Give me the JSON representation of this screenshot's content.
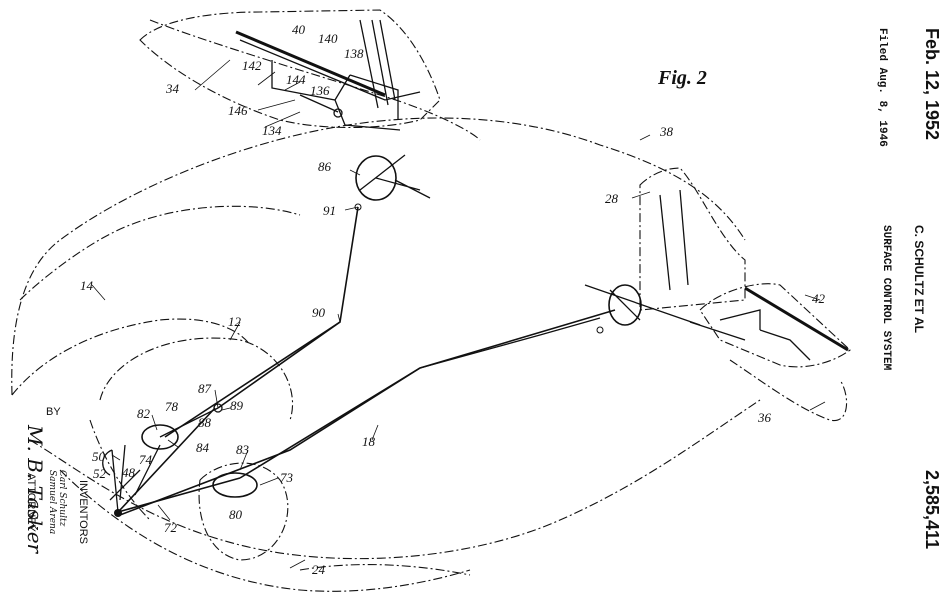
{
  "figure": {
    "title": "Fig. 2"
  },
  "side_margin": {
    "date": "Feb. 12, 1952",
    "filed": "Filed Aug. 8, 1946",
    "inventor_name": "C. SCHULTZ ET AL",
    "system_title": "SURFACE CONTROL SYSTEM",
    "patent_number": "2,585,411"
  },
  "attribution": {
    "by": "BY",
    "inventors_label": "INVENTORS",
    "inventor_1": "Carl Schultz",
    "inventor_2": "Samuel Arena",
    "attorney_label": "ATTORNEY",
    "attorney_signature": "M. B. Tasker"
  },
  "reference_numerals": [
    "40",
    "140",
    "138",
    "142",
    "144",
    "136",
    "146",
    "134",
    "34",
    "86",
    "91",
    "38",
    "28",
    "42",
    "36",
    "14",
    "12",
    "90",
    "87",
    "89",
    "88",
    "82",
    "78",
    "84",
    "74",
    "48",
    "50",
    "52",
    "83",
    "73",
    "80",
    "72",
    "18",
    "24"
  ]
}
